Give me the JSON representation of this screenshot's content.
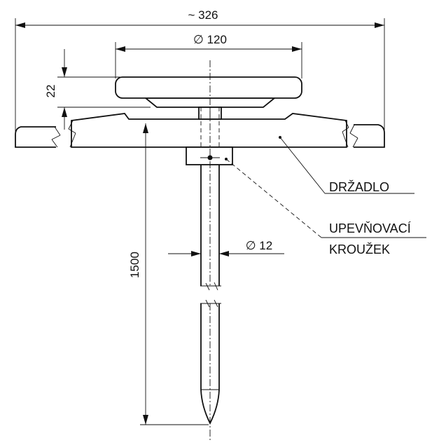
{
  "dimensions": {
    "overall_width": "~ 326",
    "disc_diameter": "∅ 120",
    "disc_height": "22",
    "rod_length": "1500",
    "rod_diameter": "∅ 12"
  },
  "labels": {
    "handle": "DRŽADLO",
    "ring_line1": "UPEVŇOVACÍ",
    "ring_line2": "KROUŽEK"
  }
}
